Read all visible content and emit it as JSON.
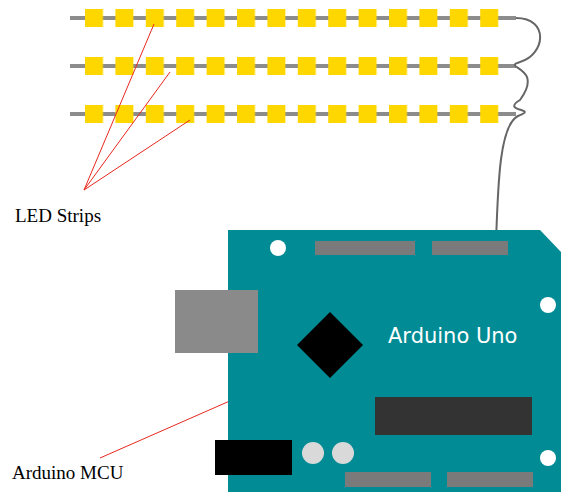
{
  "diagram": {
    "nodes": [
      {
        "text": [
          "Arduino Uno"
        ]
      }
    ],
    "labels": [
      "LED Strips",
      "Arduino MCU"
    ]
  }
}
